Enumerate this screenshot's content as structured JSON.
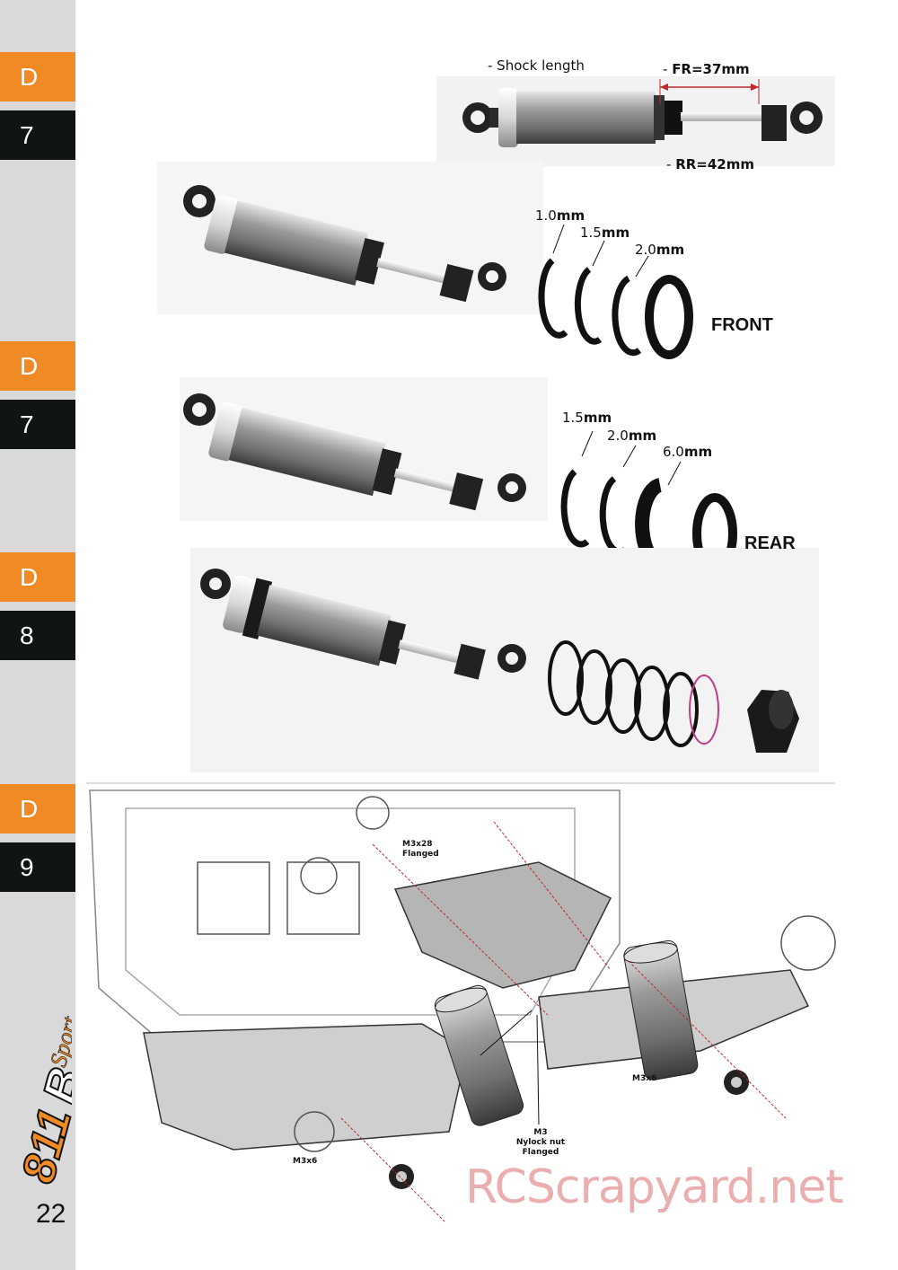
{
  "sidebar": {
    "steps": [
      {
        "letter": "D",
        "number": "7"
      },
      {
        "letter": "D",
        "number": "7"
      },
      {
        "letter": "D",
        "number": "8"
      },
      {
        "letter": "D",
        "number": "9"
      }
    ],
    "logo_text": "811B Sport",
    "page_number": "22"
  },
  "shock_length": {
    "label": "- Shock length",
    "fr_prefix": "- ",
    "fr": "FR=37mm",
    "rr_prefix": "- ",
    "rr": "RR=42mm"
  },
  "front": {
    "spacers": [
      {
        "num": "1.0",
        "unit": "mm"
      },
      {
        "num": "1.5",
        "unit": "mm"
      },
      {
        "num": "2.0",
        "unit": "mm"
      }
    ],
    "label": "FRONT"
  },
  "rear": {
    "spacers": [
      {
        "num": "1.5",
        "unit": "mm"
      },
      {
        "num": "2.0",
        "unit": "mm"
      },
      {
        "num": "6.0",
        "unit": "mm"
      }
    ],
    "label": "REAR"
  },
  "assembly": {
    "screw_top": "M3x28\nFlanged",
    "nut": "M3\nNylock nut\nFlanged",
    "screw_left": "M3x6",
    "screw_right": "M3x6"
  },
  "watermark": "RCScrapyard.net",
  "colors": {
    "accent": "#f08a24",
    "dark": "#101512",
    "sidebar": "#d9d9d9"
  }
}
